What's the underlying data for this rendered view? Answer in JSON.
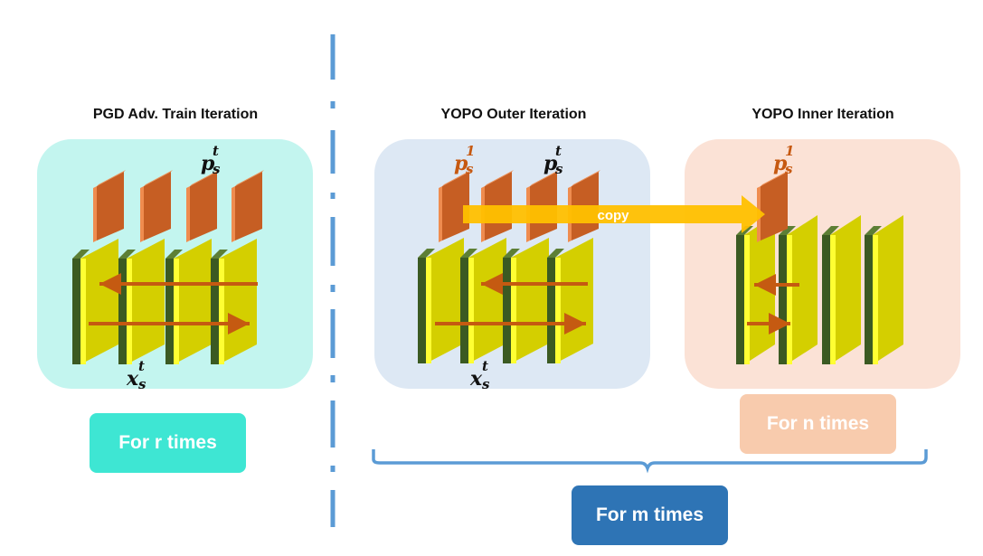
{
  "titles": {
    "pgd": "PGD Adv. Train Iteration",
    "outer": "YOPO Outer Iteration",
    "inner": "YOPO Inner Iteration"
  },
  "symbols": {
    "p": "p",
    "x": "x",
    "sub": "s",
    "sup_t": "t",
    "sup_one": "1"
  },
  "arrow_label": "copy",
  "badges": {
    "r": "For r times",
    "n": "For n times",
    "m": "For m times"
  },
  "colors": {
    "panel_pgd": "#c3f5ef",
    "panel_outer": "#dde8f4",
    "panel_inner": "#fbe2d6",
    "layer_yellow": "#d4cf00",
    "layer_bright": "#ffff33",
    "layer_dark": "#3b5a22",
    "param_orange": "#c65e23",
    "param_light": "#ef8c4f",
    "arrow": "#c55a11",
    "copy_arrow": "#ffc000",
    "math_orange": "#c65911",
    "badge_r": "#3ee6d3",
    "badge_n": "#f8cbad",
    "badge_m": "#2e74b5",
    "divider": "#5b9bd5"
  }
}
